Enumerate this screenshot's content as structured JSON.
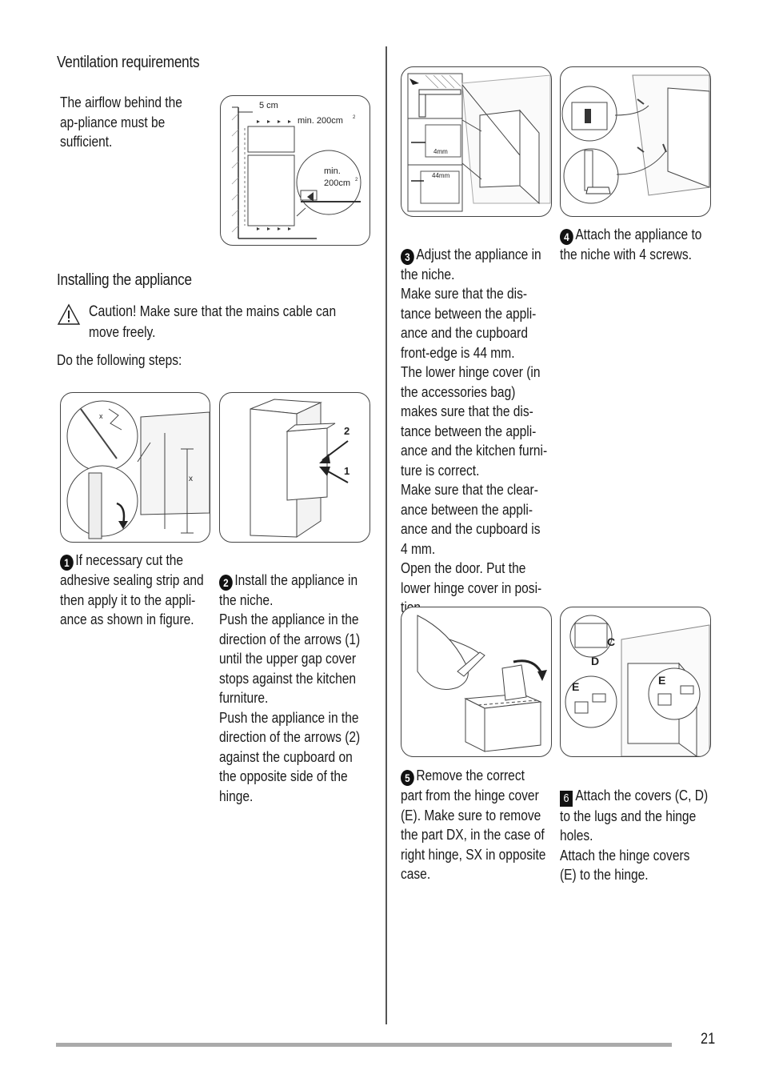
{
  "ventilation": {
    "heading": "Ventilation requirements",
    "text": "The airflow behind the ap-pliance must be sufficient.",
    "fig_label_5cm": "5 cm",
    "fig_label_min_top": "min. 200cm",
    "fig_label_min_bottom_1": "min.",
    "fig_label_min_bottom_2": "200cm",
    "sup": "2"
  },
  "installing": {
    "heading": "Installing the appliance",
    "caution_label": "Caution!",
    "caution_text": " Make sure that the mains cable can move freely.",
    "intro": "Do the following steps:"
  },
  "steps": [
    {
      "num": "1",
      "text": "If necessary cut the adhesive sealing strip and then apply it to the appli-ance as shown in figure.",
      "fig_x": "x"
    },
    {
      "num": "2",
      "text": "Install the appliance in the niche.\nPush the appliance in the direction of the arrows (1) until the upper gap cover stops against the kitchen furniture.\nPush the appliance in the direction of the arrows (2) against the cupboard on the opposite side of the hinge.",
      "fig_a1": "1",
      "fig_a2": "2"
    },
    {
      "num": "3",
      "text": "Adjust the appliance in the niche.\nMake sure that the dis-tance between the appli-ance and the cupboard front-edge is 44 mm.\nThe lower hinge cover (in the accessories bag) makes sure that the dis-tance between the appli-ance and the kitchen furni-ture is correct.\nMake sure that the clear-ance between the appli-ance and the cupboard is 4 mm.\nOpen the door. Put the lower hinge cover in posi-tion.",
      "fig_4mm": "4mm",
      "fig_44mm": "44mm"
    },
    {
      "num": "4",
      "text": "Attach the appliance to the niche with 4 screws."
    },
    {
      "num": "5",
      "text": "Remove the correct part from the hinge cover (E). Make sure to remove the part DX, in the case of right hinge, SX in opposite case."
    },
    {
      "num": "6",
      "text": "Attach the covers (C, D) to the lugs and the hinge holes.\nAttach the hinge covers (E) to the hinge.",
      "fig_c": "C",
      "fig_d": "D",
      "fig_e": "E"
    }
  ],
  "page_number": "21"
}
